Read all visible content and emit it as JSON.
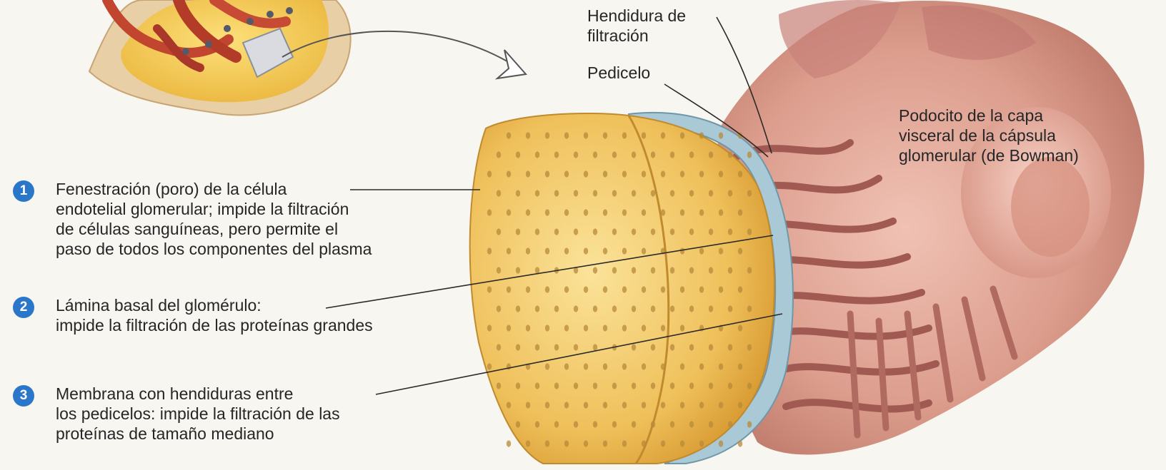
{
  "labels": {
    "hendidura": [
      "Hendidura de",
      "filtración"
    ],
    "pedicelo": "Pedicelo",
    "podocito": [
      "Podocito de la capa",
      "visceral de la cápsula",
      "glomerular (de Bowman)"
    ]
  },
  "items": [
    {
      "number": "1",
      "lines": [
        "Fenestración (poro) de la célula",
        "endotelial glomerular; impide la filtración",
        "de células sanguíneas, pero permite el",
        "paso de todos los componentes del plasma"
      ]
    },
    {
      "number": "2",
      "lines": [
        "Lámina basal del glomérulo:",
        "impide la filtración de las proteínas grandes"
      ]
    },
    {
      "number": "3",
      "lines": [
        "Membrana con hendiduras entre",
        "los pedicelos: impide la filtración de las",
        "proteínas de tamaño mediano"
      ]
    }
  ],
  "colors": {
    "badge": "#2a77c9",
    "endothelium": "#f0c15a",
    "podocyte": "#d99a8b",
    "basal_lamina": "#a9c9d6"
  }
}
